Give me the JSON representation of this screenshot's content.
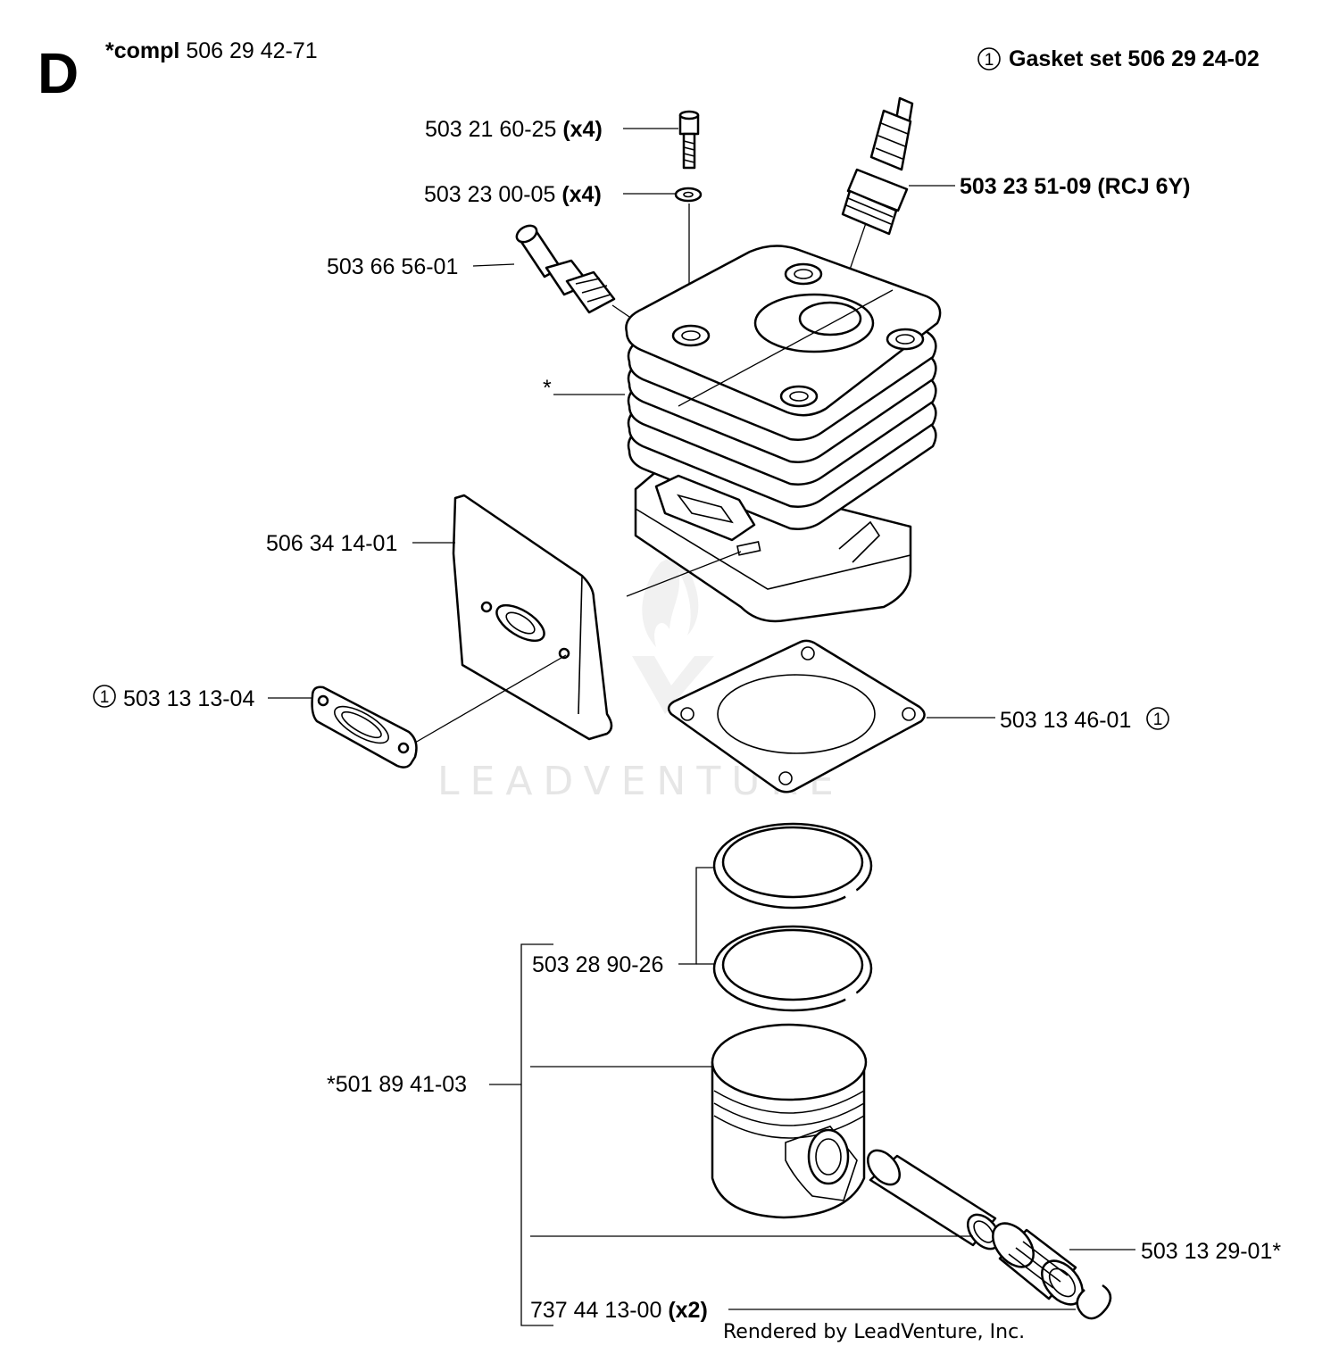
{
  "header": {
    "section_letter": "D",
    "compl_label": "*compl",
    "compl_number": "506 29 42-71",
    "gasket_ref": "1",
    "gasket_label": "Gasket set 506 29 24-02"
  },
  "parts": {
    "screw": {
      "number": "503 21 60-25",
      "qty": "(x4)"
    },
    "washer": {
      "number": "503 23 00-05",
      "qty": "(x4)"
    },
    "spark_plug": {
      "number": "503 23 51-09",
      "note": "(RCJ 6Y)"
    },
    "decompression_valve": {
      "number": "503 66 56-01"
    },
    "cylinder": {
      "number": "*"
    },
    "muffler_gasket_plate": {
      "number": "506 34 14-01"
    },
    "exhaust_gasket": {
      "ref": "1",
      "number": "503 13 13-04"
    },
    "cylinder_base_gasket": {
      "ref": "1",
      "number": "503 13 46-01"
    },
    "piston_rings": {
      "number": "503 28 90-26"
    },
    "piston_assembly": {
      "number": "*501 89 41-03"
    },
    "needle_bearing": {
      "number": "503 13 29-01*"
    },
    "circlip": {
      "number": "737 44 13-00",
      "qty": "(x2)"
    }
  },
  "watermark": "LEADVENTURE",
  "footer": "Rendered by LeadVenture, Inc."
}
